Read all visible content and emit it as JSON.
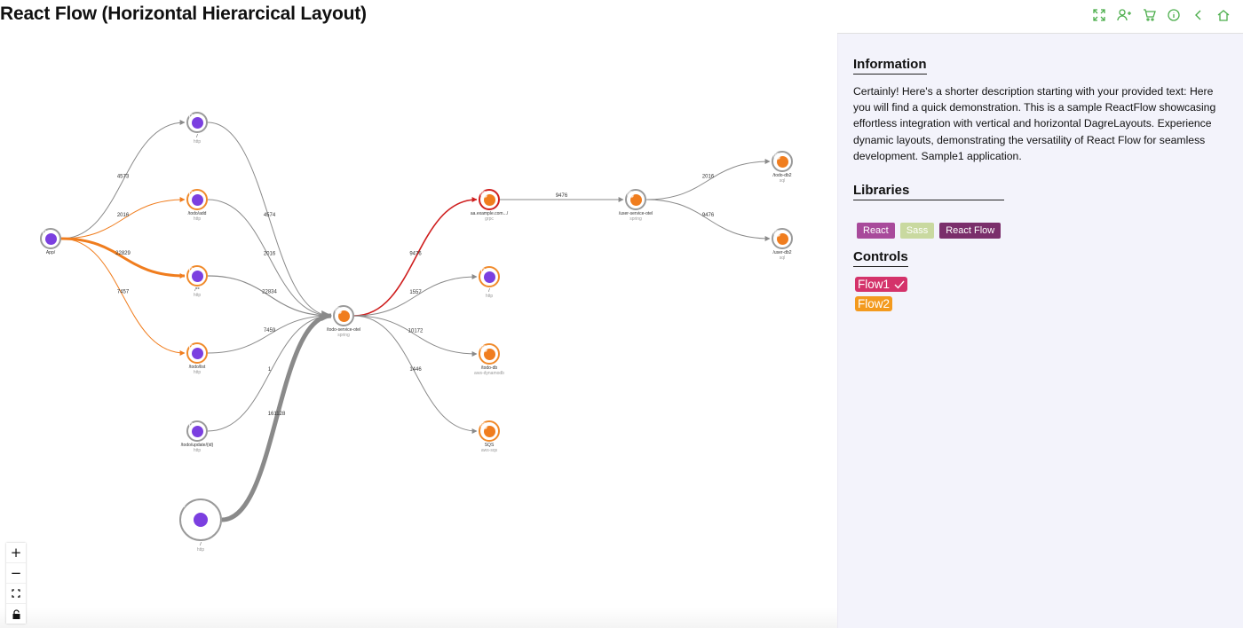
{
  "app": {
    "title": "React Flow (Horizontal Hierarcical Layout)"
  },
  "toolbar": {
    "icons": [
      "expand-icon",
      "add-user-icon",
      "cart-icon",
      "info-icon",
      "back-icon",
      "home-icon"
    ],
    "color": "#4cae4c"
  },
  "nodes": [
    {
      "id": "app",
      "label": "App/",
      "sub": "",
      "type": "app"
    },
    {
      "id": "root1",
      "label": "/",
      "sub": "http",
      "type": "http"
    },
    {
      "id": "add",
      "label": "/todo/add",
      "sub": "http",
      "type": "http"
    },
    {
      "id": "star",
      "label": "/**",
      "sub": "http",
      "type": "http"
    },
    {
      "id": "list",
      "label": "/todo/list",
      "sub": "http",
      "type": "http"
    },
    {
      "id": "update",
      "label": "/todo/update/{id}",
      "sub": "http",
      "type": "http"
    },
    {
      "id": "root2",
      "label": "/",
      "sub": "http",
      "type": "http"
    },
    {
      "id": "svc",
      "label": "/todo-service-otel",
      "sub": "spring",
      "type": "spring"
    },
    {
      "id": "aa",
      "label": "aa.example.com.../",
      "sub": "grpc",
      "type": "grpc"
    },
    {
      "id": "root3",
      "label": "/",
      "sub": "http",
      "type": "http"
    },
    {
      "id": "db",
      "label": "/todo-db",
      "sub": "aws-dynamodb",
      "type": "db"
    },
    {
      "id": "sqs",
      "label": "SQS",
      "sub": "aws-sqs",
      "type": "sqs"
    },
    {
      "id": "usersvc",
      "label": "/user-service-otel",
      "sub": "spring",
      "type": "spring"
    },
    {
      "id": "db2a",
      "label": "/todo-db2",
      "sub": "sql",
      "type": "sql"
    },
    {
      "id": "db2b",
      "label": "/user-db2",
      "sub": "sql",
      "type": "sql"
    }
  ],
  "edges": [
    {
      "from": "app",
      "to": "root1",
      "label": "4573"
    },
    {
      "from": "app",
      "to": "add",
      "label": "2016"
    },
    {
      "from": "app",
      "to": "star",
      "label": "22829"
    },
    {
      "from": "app",
      "to": "list",
      "label": "7457"
    },
    {
      "from": "root1",
      "to": "svc",
      "label": "4574"
    },
    {
      "from": "add",
      "to": "svc",
      "label": "2016"
    },
    {
      "from": "star",
      "to": "svc",
      "label": "22834"
    },
    {
      "from": "list",
      "to": "svc",
      "label": "7459"
    },
    {
      "from": "update",
      "to": "svc",
      "label": "1"
    },
    {
      "from": "root2",
      "to": "svc",
      "label": "161128"
    },
    {
      "from": "svc",
      "to": "aa",
      "label": "9476"
    },
    {
      "from": "svc",
      "to": "root3",
      "label": "1557"
    },
    {
      "from": "svc",
      "to": "db",
      "label": "10172"
    },
    {
      "from": "svc",
      "to": "sqs",
      "label": "1446"
    },
    {
      "from": "aa",
      "to": "usersvc",
      "label": "9476"
    },
    {
      "from": "usersvc",
      "to": "db2a",
      "label": "2016"
    },
    {
      "from": "usersvc",
      "to": "db2b",
      "label": "9476"
    }
  ],
  "zoom_controls": {
    "zoom_in": "+",
    "zoom_out": "−"
  },
  "panel": {
    "info_heading": "Information",
    "info_text": "Certainly! Here's a shorter description starting with your provided text: Here you will find a quick demonstration. This is a sample ReactFlow showcasing effortless integration with vertical and horizontal DagreLayouts. Experience dynamic layouts, demonstrating the versatility of React Flow for seamless development. Sample1 application.",
    "libraries_heading": "Libraries",
    "libraries": [
      {
        "label": "React",
        "color": "#a84a9b"
      },
      {
        "label": "Sass",
        "color": "#c9d9a0"
      },
      {
        "label": "React Flow",
        "color": "#7a2e6b"
      }
    ],
    "controls_heading": "Controls",
    "flows": [
      {
        "label": "Flow1",
        "color": "#d4326a",
        "checked": true
      },
      {
        "label": "Flow2",
        "color": "#f39a1e",
        "checked": false
      }
    ]
  },
  "colors": {
    "orange": "#f07d1e",
    "red": "#cf1f1f",
    "gray_edge": "#8a8a8a",
    "purple": "#7b3fe0"
  }
}
